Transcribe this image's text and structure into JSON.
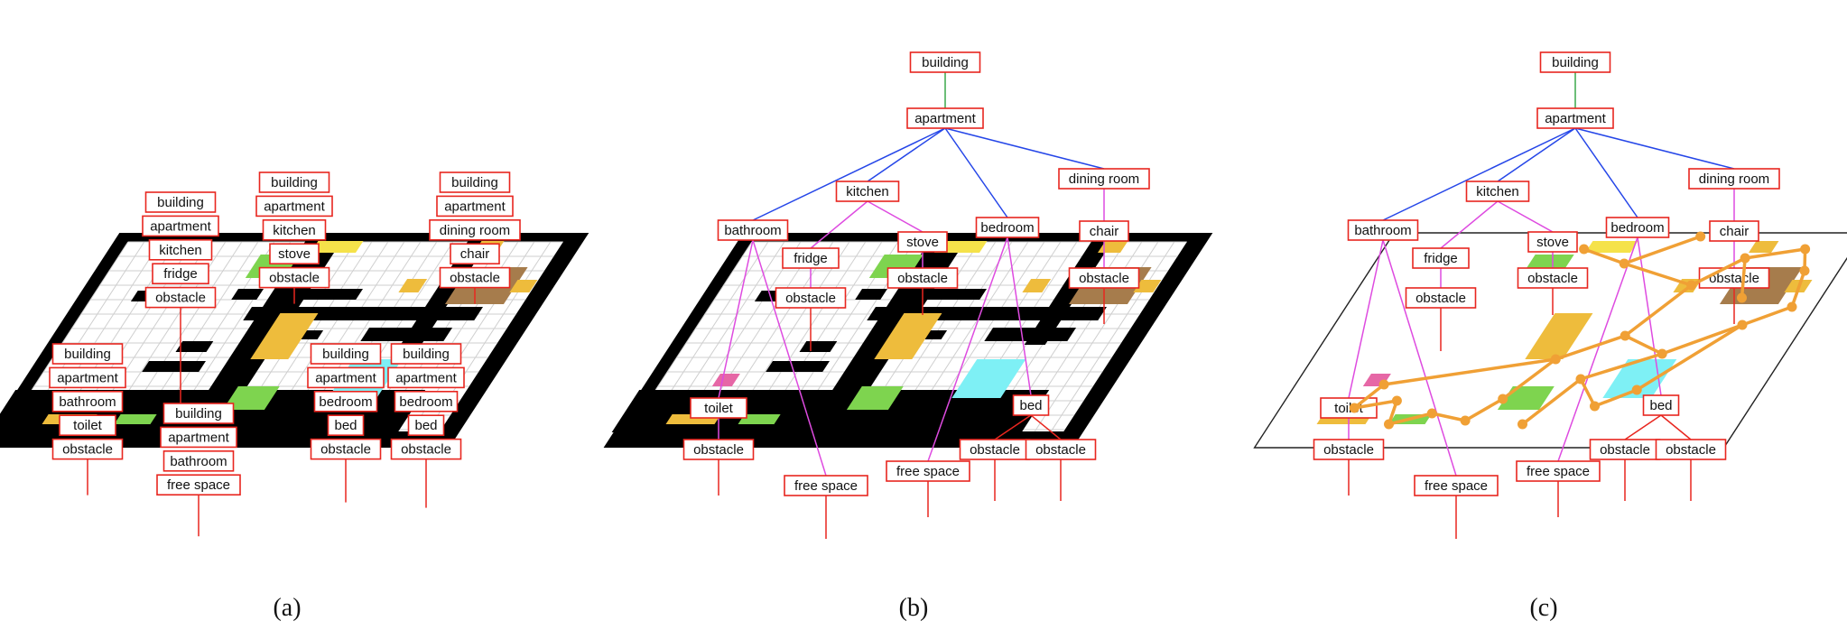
{
  "colors": {
    "green": "#7ed44f",
    "yellow": "#f5e24a",
    "orange": "#eebc3c",
    "brown": "#a67c4c",
    "cyan": "#7ef0f5",
    "pink": "#e667a6",
    "red": "#e8261f",
    "blue": "#2546e8",
    "magenta": "#de4be0",
    "treeGreen": "#3aa84a",
    "graph": "#f0a035",
    "wall": "#000000",
    "grid": "#cfcfcf"
  },
  "captions": {
    "a": "(a)",
    "b": "(b)",
    "c": "(c)"
  },
  "panelA": {
    "stacks": {
      "fridge": [
        "building",
        "apartment",
        "kitchen",
        "fridge",
        "obstacle"
      ],
      "stove": [
        "building",
        "apartment",
        "kitchen",
        "stove",
        "obstacle"
      ],
      "chair": [
        "building",
        "apartment",
        "dining room",
        "chair",
        "obstacle"
      ],
      "toilet": [
        "building",
        "apartment",
        "bathroom",
        "toilet",
        "obstacle"
      ],
      "free_space": [
        "building",
        "apartment",
        "bathroom",
        "free space"
      ],
      "bed1": [
        "building",
        "apartment",
        "bedroom",
        "bed",
        "obstacle"
      ],
      "bed2": [
        "building",
        "apartment",
        "bedroom",
        "bed",
        "obstacle"
      ]
    }
  },
  "tree": {
    "building": "building",
    "apartment": "apartment",
    "kitchen": "kitchen",
    "bathroom": "bathroom",
    "bedroom": "bedroom",
    "dining_room": "dining room",
    "fridge": "fridge",
    "stove": "stove",
    "chair": "chair",
    "toilet": "toilet",
    "bed": "bed",
    "free_space_bath": "free space",
    "free_space_bed": "free space",
    "obstacle": "obstacle"
  }
}
